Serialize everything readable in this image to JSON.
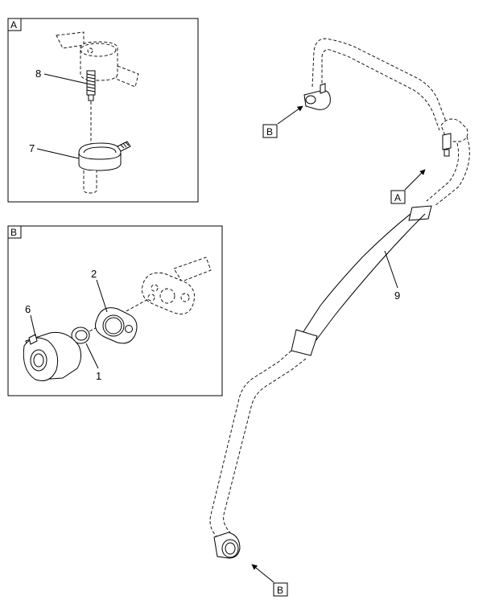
{
  "inset_a": {
    "tag": "A",
    "callouts": {
      "screw": "8",
      "clip": "7"
    }
  },
  "inset_b": {
    "tag": "B",
    "callouts": {
      "gasket": "2",
      "fitting": "6",
      "o_ring": "1"
    }
  },
  "main": {
    "hose_callout": "9",
    "tags": [
      "B",
      "A",
      "B"
    ]
  }
}
